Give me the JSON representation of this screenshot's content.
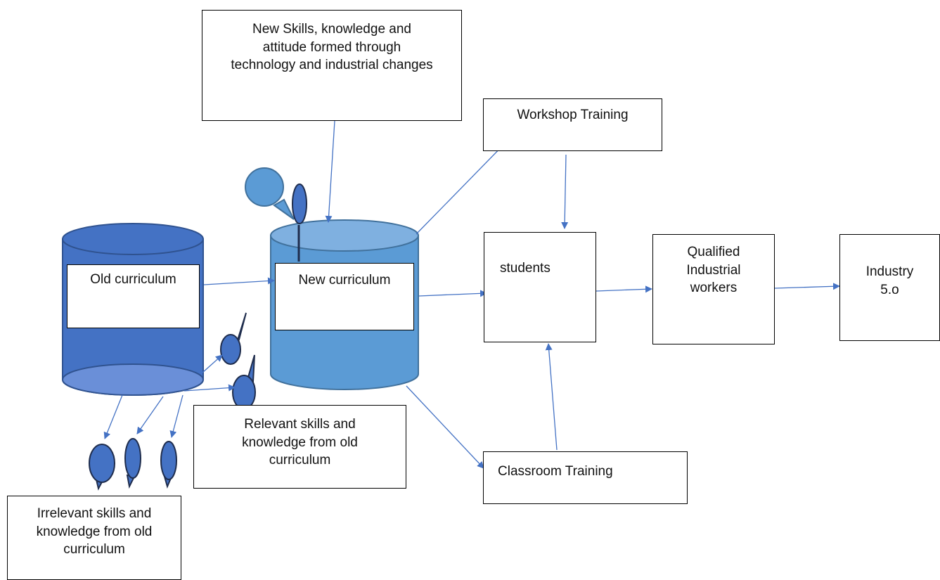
{
  "boxes": {
    "new_skills": "New Skills, knowledge and attitude formed through technology and industrial changes",
    "workshop": "Workshop Training",
    "old_curriculum": "Old curriculum",
    "new_curriculum": "New curriculum",
    "students": "students",
    "qualified_workers": "Qualified Industrial workers",
    "industry": "Industry 5.o",
    "relevant": "Relevant skills and knowledge from old curriculum",
    "classroom": "Classroom Training",
    "irrelevant": "Irrelevant skills and knowledge from old curriculum"
  },
  "colors": {
    "old_cylinder_body": "#4472c4",
    "old_cylinder_ellipse": "#6a8fd8",
    "new_cylinder_body": "#5b9bd5",
    "new_cylinder_top": "#7fb0e0",
    "arrow": "#4472c4",
    "drop_fill": "#4472c4",
    "callout_fill": "#5b9bd5"
  }
}
